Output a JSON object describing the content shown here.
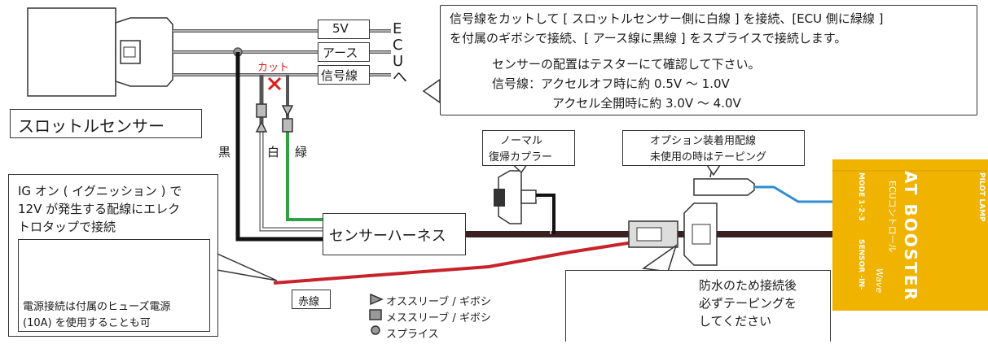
{
  "ecu_labels": {
    "v5": "5V",
    "earth": "アース",
    "signal": "信号線",
    "ecu_vertical": "ECUへ"
  },
  "cut_label": "カット",
  "throttle_label": "スロットルセンサー",
  "instructions": {
    "line1": "信号線をカットして [ スロットルセンサー側に白線 ] を接続、[ECU 側に緑線 ]",
    "line2": "を付属のギボシで接続、[ アース線に黒線 ] をスプライスで接続します。",
    "line3": "センサーの配置はテスターにて確認して下さい。",
    "line4": "信号線：アクセルオフ時に約 0.5V ～ 1.0V",
    "line5": "アクセル全開時に約 3.0V ～ 4.0V"
  },
  "wire_labels": {
    "black": "黒",
    "white": "白",
    "green": "緑",
    "red": "赤線"
  },
  "normal_coupler": {
    "line1": "ノーマル",
    "line2": "復帰カプラー"
  },
  "option_wiring": {
    "line1": "オプション装着用配線",
    "line2": "未使用の時はテーピング"
  },
  "ig_box": {
    "line1": "IG オン ( イグニッション ) で",
    "line2": "12V が発生する配線にエレク",
    "line3": "トロタップで接続",
    "power1": "電源接続は付属のヒューズ電源",
    "power2": "(10A) を使用することも可"
  },
  "harness_label": "センサーハーネス",
  "legend": {
    "male": "オススリーブ / ギボシ",
    "female": "メススリーブ / ギボシ",
    "splice": "スプライス"
  },
  "waterproof": {
    "line1": "防水のため接続後",
    "line2": "必ずテーピングを",
    "line3": "してください"
  },
  "device": {
    "brand": "AT BOOSTER",
    "mode": "MODE 1-2-3",
    "sensor": "SENSOR -IN-",
    "pilot": "PILOT LAMP",
    "sub": "ECUコントロール",
    "sign": "Wave"
  },
  "colors": {
    "black_wire": "#111111",
    "white_wire": "#ffffff",
    "green_wire": "#2fa043",
    "red_wire": "#c8232b",
    "blue_wire": "#2f8fd0",
    "device": "#f0b300",
    "cut": "#e01b1b"
  }
}
